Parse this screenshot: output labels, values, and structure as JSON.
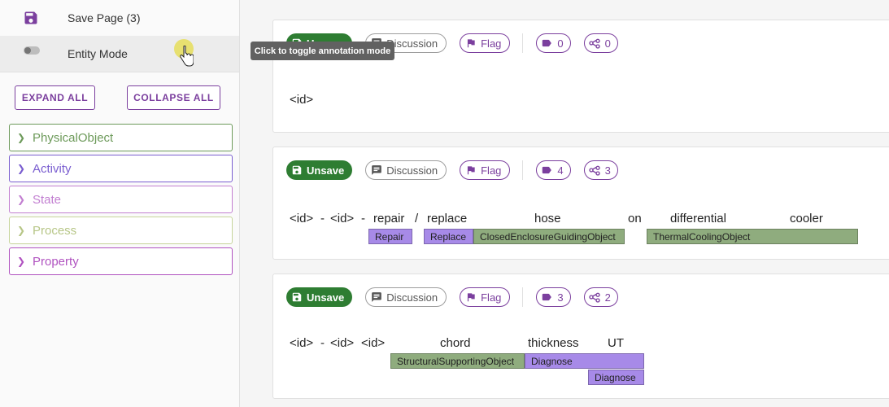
{
  "sidebar": {
    "save_page_label": "Save Page (3)",
    "entity_mode_label": "Entity Mode",
    "expand_all": "EXPAND ALL",
    "collapse_all": "COLLAPSE ALL",
    "categories": [
      {
        "label": "PhysicalObject",
        "color": "#6d9a5a"
      },
      {
        "label": "Activity",
        "color": "#7a5ed0"
      },
      {
        "label": "State",
        "color": "#c27fd1"
      },
      {
        "label": "Process",
        "color": "#c6d49a"
      },
      {
        "label": "Property",
        "color": "#b052c0"
      }
    ]
  },
  "tooltip": "Click to toggle annotation mode",
  "cards": [
    {
      "save": "Unsave",
      "discussion": "Discussion",
      "flag": "Flag",
      "tags": "0",
      "shares": "0",
      "tokens": [
        "<id>"
      ]
    },
    {
      "save": "Unsave",
      "discussion": "Discussion",
      "flag": "Flag",
      "tags": "4",
      "shares": "3",
      "tokens": [
        "<id>",
        "-",
        "<id>",
        "-",
        "repair",
        "/",
        "replace",
        "hose",
        "on",
        "differential",
        "cooler"
      ],
      "annotations": [
        "Repair",
        "Replace",
        "ClosedEnclosureGuidingObject",
        "ThermalCoolingObject"
      ]
    },
    {
      "save": "Unsave",
      "discussion": "Discussion",
      "flag": "Flag",
      "tags": "3",
      "shares": "2",
      "tokens": [
        "<id>",
        "-",
        "<id>",
        "<id>",
        "chord",
        "thickness",
        "UT"
      ],
      "annotations": [
        "StructuralSupportingObject",
        "Diagnose",
        "Diagnose"
      ]
    }
  ]
}
